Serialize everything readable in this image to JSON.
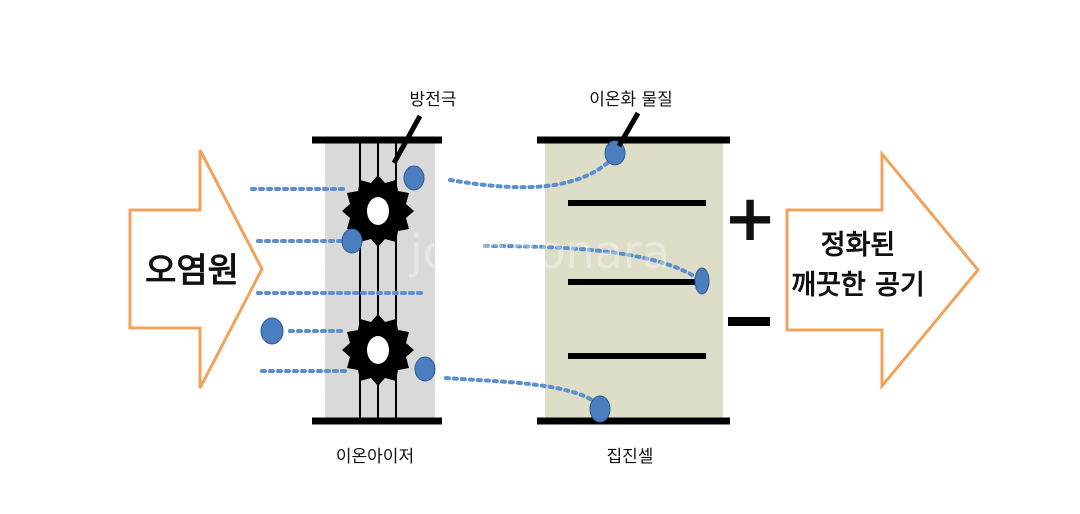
{
  "labels": {
    "pollution_source": "오염원",
    "discharge_electrode": "방전극",
    "ionized_material": "이온화 물질",
    "ionizer": "이온아이저",
    "collector_cell": "집진셀",
    "clean_air_line1": "정화된",
    "clean_air_line2": "깨끗한 공기",
    "plus_sign": "+"
  },
  "watermark": "joongonara",
  "colors": {
    "arrow_outline": "#f0a35c",
    "ionizer_fill": "#d9d9d9",
    "collector_fill": "#deddc8",
    "particle": "#4a7ebf",
    "particle_dots": "#5b8fcf",
    "electrode": "#000000"
  },
  "icons": {
    "electrode_shape": "gear-icon",
    "particle_shape": "circle-dot-icon"
  }
}
